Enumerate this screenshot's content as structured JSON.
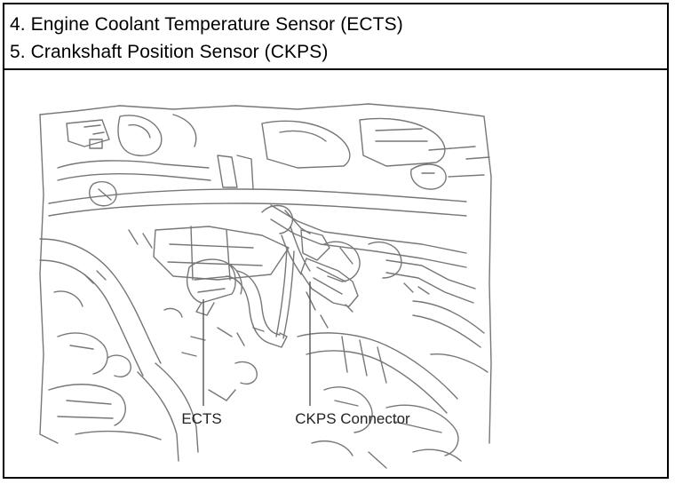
{
  "header": {
    "line1": "4. Engine Coolant Temperature Sensor (ECTS)",
    "line2": "5. Crankshaft Position Sensor (CKPS)"
  },
  "figure": {
    "callouts": {
      "ects": "ECTS",
      "ckps_connector": "CKPS Connector"
    }
  }
}
